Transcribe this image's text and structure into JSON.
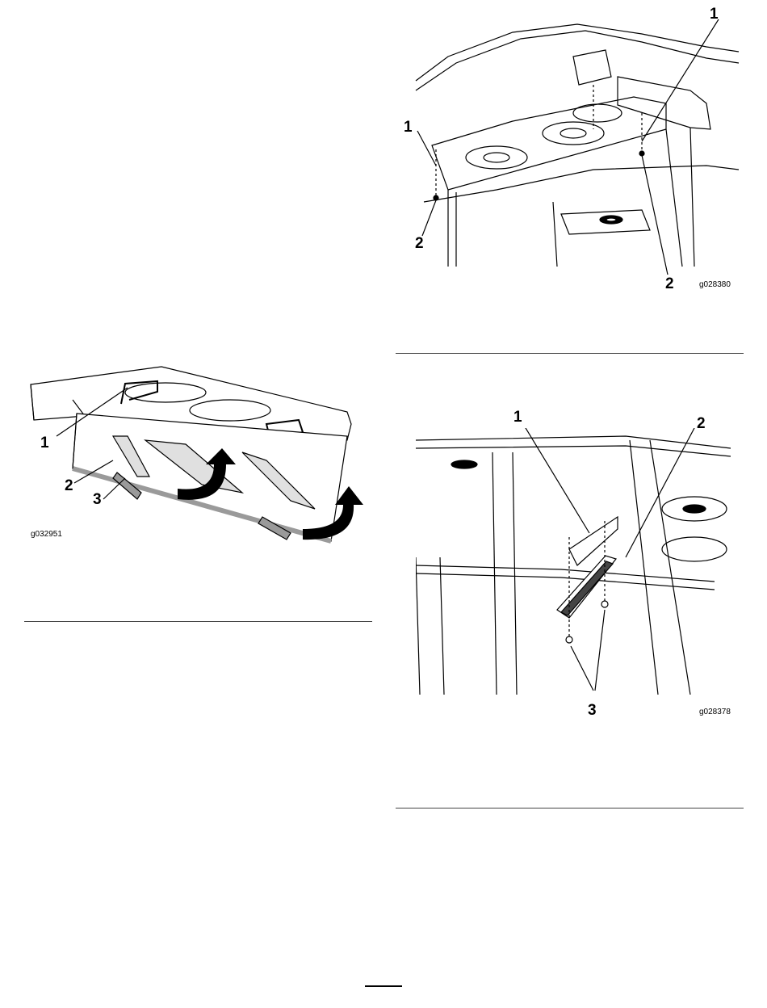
{
  "figures": [
    {
      "id": "upper-right",
      "code": "g028380",
      "callouts": [
        "1",
        "1",
        "2",
        "2"
      ]
    },
    {
      "id": "left",
      "code": "g032951",
      "callouts": [
        "1",
        "2",
        "3"
      ]
    },
    {
      "id": "lower-right",
      "code": "g028378",
      "callouts": [
        "1",
        "2",
        "3"
      ]
    }
  ],
  "colors": {
    "line": "#000000",
    "shade": "#9a9a9a",
    "light_shade": "#c8c8c8",
    "rule": "#444444"
  },
  "icons": [
    "curved-arrow-icon",
    "curved-arrow-icon"
  ]
}
